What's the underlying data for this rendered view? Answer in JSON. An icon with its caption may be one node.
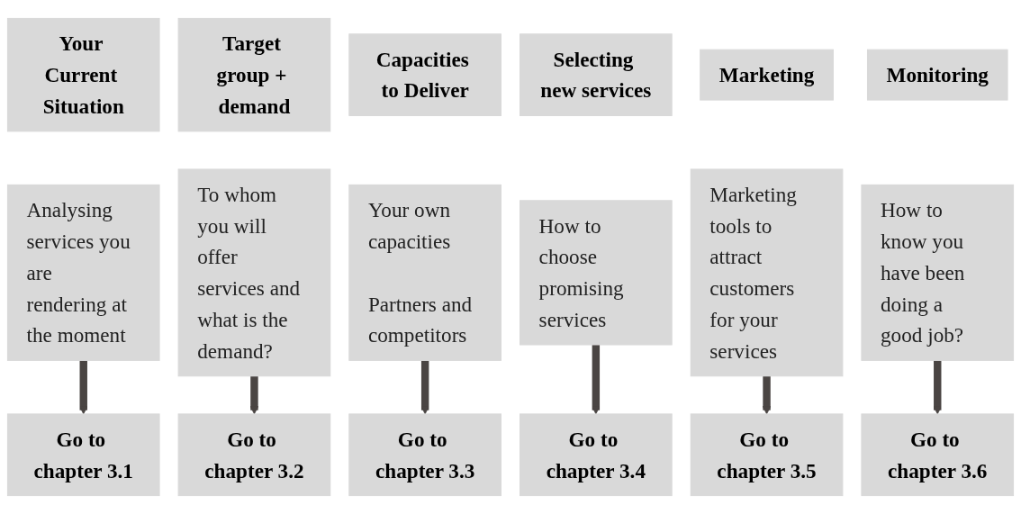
{
  "diagram": {
    "nodes": [
      {
        "text": [
          "Your Current Situation"
        ]
      },
      {
        "text": [
          "Analysing services you are rendering at the moment"
        ]
      },
      {
        "text": [
          "Go to chapter 3.1"
        ]
      },
      {
        "text": [
          "Target group + demand"
        ]
      },
      {
        "text": [
          "To whom you will offer services and what is the demand?"
        ]
      },
      {
        "text": [
          "Go to chapter 3.2"
        ]
      },
      {
        "text": [
          "Capacities to Deliver"
        ]
      },
      {
        "text": [
          "Your own capacities",
          "Partners and competitors"
        ]
      },
      {
        "text": [
          "Go to chapter 3.3"
        ]
      },
      {
        "text": [
          "Selecting new services"
        ]
      },
      {
        "text": [
          "How to choose promising services"
        ]
      },
      {
        "text": [
          "Go to chapter 3.4"
        ]
      },
      {
        "text": [
          "Marketing"
        ]
      },
      {
        "text": [
          "Marketing tools to attract customers for your services"
        ]
      },
      {
        "text": [
          "Go to chapter 3.5"
        ]
      },
      {
        "text": [
          "Monitoring"
        ]
      },
      {
        "text": [
          "How to know you have been doing a good job?"
        ]
      },
      {
        "text": [
          "Go to chapter 3.6"
        ]
      }
    ],
    "edges": [
      {
        "from": 1,
        "to": 2,
        "arrow": "to"
      },
      {
        "from": 4,
        "to": 5,
        "arrow": "to"
      },
      {
        "from": 7,
        "to": 8,
        "arrow": "to"
      },
      {
        "from": 10,
        "to": 11,
        "arrow": "to"
      },
      {
        "from": 13,
        "to": 14,
        "arrow": "to"
      },
      {
        "from": 16,
        "to": 17,
        "arrow": "to"
      }
    ]
  }
}
